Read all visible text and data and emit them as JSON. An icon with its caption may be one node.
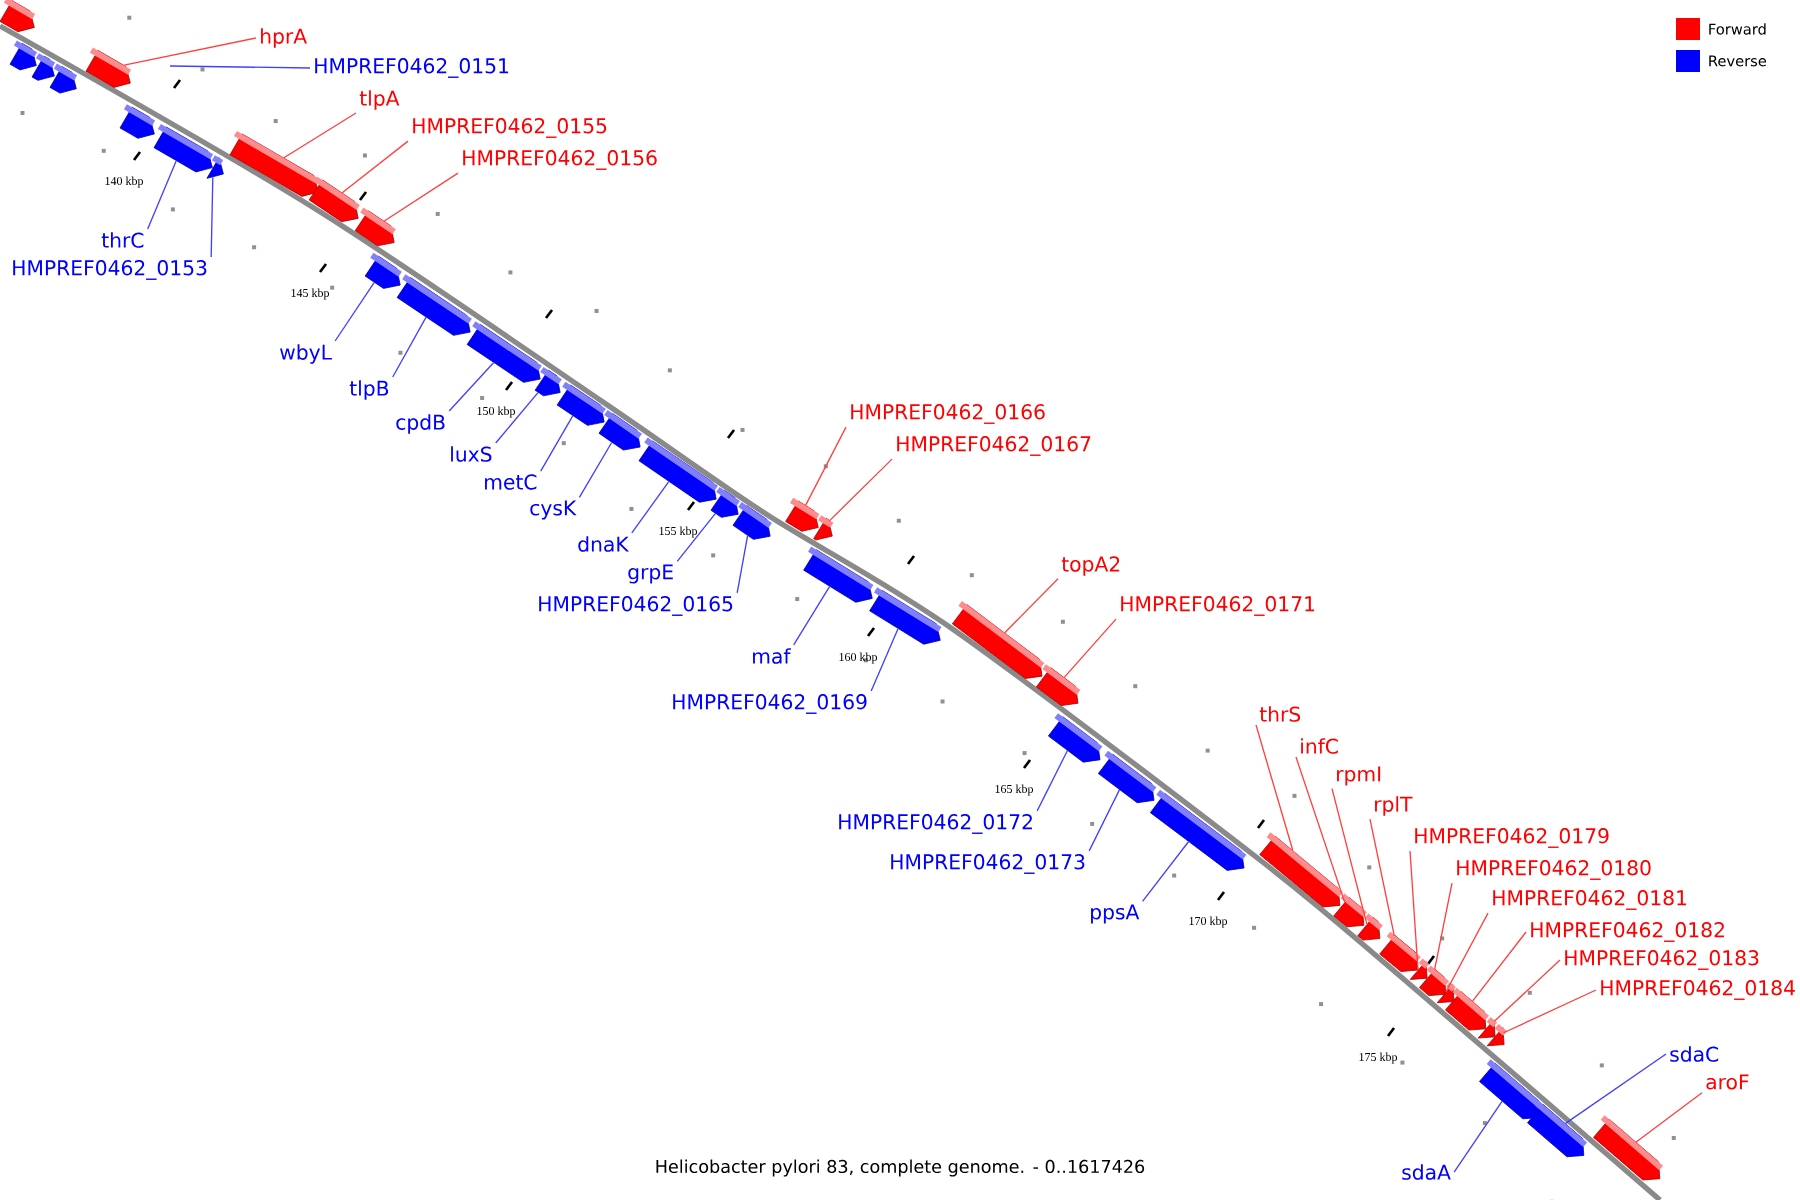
{
  "diagram": {
    "caption": "Helicobacter pylori 83, complete genome. - 0..1617426",
    "nodes": [
      {
        "text": [
          "hprA"
        ]
      },
      {
        "text": [],
        "shape": "arrow"
      },
      {
        "text": [
          "HMPREF0462_0151"
        ]
      },
      {
        "text": [
          "tlpA"
        ]
      },
      {
        "text": [],
        "shape": "arrow"
      },
      {
        "text": [
          "HMPREF0462_0155"
        ]
      },
      {
        "text": [],
        "shape": "arrow"
      },
      {
        "text": [
          "HMPREF0462_0156"
        ]
      },
      {
        "text": [],
        "shape": "arrow"
      },
      {
        "text": [
          "thrC"
        ]
      },
      {
        "text": [],
        "shape": "arrow"
      },
      {
        "text": [
          "HMPREF0462_0153"
        ]
      },
      {
        "text": [],
        "shape": "arrow"
      },
      {
        "text": [
          "wbyL"
        ]
      },
      {
        "text": [],
        "shape": "arrow"
      },
      {
        "text": [
          "tlpB"
        ]
      },
      {
        "text": [],
        "shape": "arrow"
      },
      {
        "text": [
          "cpdB"
        ]
      },
      {
        "text": [],
        "shape": "arrow"
      },
      {
        "text": [
          "luxS"
        ]
      },
      {
        "text": [],
        "shape": "arrow"
      },
      {
        "text": [
          "metC"
        ]
      },
      {
        "text": [],
        "shape": "arrow"
      },
      {
        "text": [
          "cysK"
        ]
      },
      {
        "text": [],
        "shape": "arrow"
      },
      {
        "text": [
          "dnaK"
        ]
      },
      {
        "text": [],
        "shape": "arrow"
      },
      {
        "text": [
          "grpE"
        ]
      },
      {
        "text": [],
        "shape": "arrow"
      },
      {
        "text": [
          "HMPREF0462_0165"
        ]
      },
      {
        "text": [],
        "shape": "arrow"
      },
      {
        "text": [
          "HMPREF0462_0166"
        ]
      },
      {
        "text": [],
        "shape": "arrow"
      },
      {
        "text": [
          "HMPREF0462_0167"
        ]
      },
      {
        "text": [],
        "shape": "arrow"
      },
      {
        "text": [
          "maf"
        ]
      },
      {
        "text": [],
        "shape": "arrow"
      },
      {
        "text": [
          "HMPREF0462_0169"
        ]
      },
      {
        "text": [],
        "shape": "arrow"
      },
      {
        "text": [
          "topA2"
        ]
      },
      {
        "text": [],
        "shape": "arrow"
      },
      {
        "text": [
          "HMPREF0462_0171"
        ]
      },
      {
        "text": [],
        "shape": "arrow"
      },
      {
        "text": [
          "HMPREF0462_0172"
        ]
      },
      {
        "text": [],
        "shape": "arrow"
      },
      {
        "text": [
          "HMPREF0462_0173"
        ]
      },
      {
        "text": [],
        "shape": "arrow"
      },
      {
        "text": [
          "ppsA"
        ]
      },
      {
        "text": [],
        "shape": "arrow"
      },
      {
        "text": [
          "thrS"
        ]
      },
      {
        "text": [],
        "shape": "arrow"
      },
      {
        "text": [
          "infC"
        ]
      },
      {
        "text": [],
        "shape": "arrow"
      },
      {
        "text": [
          "rpmI"
        ]
      },
      {
        "text": [],
        "shape": "arrow"
      },
      {
        "text": [
          "rplT"
        ]
      },
      {
        "text": [],
        "shape": "arrow"
      },
      {
        "text": [
          "HMPREF0462_0179"
        ]
      },
      {
        "text": [],
        "shape": "arrow"
      },
      {
        "text": [
          "HMPREF0462_0180"
        ]
      },
      {
        "text": [],
        "shape": "arrow"
      },
      {
        "text": [
          "HMPREF0462_0181"
        ]
      },
      {
        "text": [],
        "shape": "arrow"
      },
      {
        "text": [
          "HMPREF0462_0182"
        ]
      },
      {
        "text": [],
        "shape": "arrow"
      },
      {
        "text": [
          "HMPREF0462_0183"
        ]
      },
      {
        "text": [],
        "shape": "arrow"
      },
      {
        "text": [
          "HMPREF0462_0184"
        ]
      },
      {
        "text": [],
        "shape": "arrow"
      },
      {
        "text": [
          "sdaC"
        ]
      },
      {
        "text": [
          "aroF"
        ]
      },
      {
        "text": [],
        "shape": "arrow"
      },
      {
        "text": [
          "sdaA"
        ]
      },
      {
        "text": [],
        "shape": "arrow"
      },
      {
        "text": [],
        "shape": "arrow"
      },
      {
        "text": [],
        "shape": "arrow"
      },
      {
        "text": [],
        "shape": "arrow"
      },
      {
        "text": [],
        "shape": "arrow"
      },
      {
        "text": [],
        "shape": "arrow"
      },
      {
        "text": [],
        "shape": "arrow"
      }
    ],
    "edges": [
      {
        "from": 0,
        "to": 1,
        "arrow": "none",
        "color": "#ff4040"
      },
      {
        "from": 2,
        "to": null,
        "arrow": "none",
        "color": "#4040ff"
      },
      {
        "from": 3,
        "to": 4,
        "arrow": "none",
        "color": "#ff4040"
      },
      {
        "from": 5,
        "to": 6,
        "arrow": "none",
        "color": "#ff4040"
      },
      {
        "from": 7,
        "to": 8,
        "arrow": "none",
        "color": "#ff4040"
      },
      {
        "from": 9,
        "to": 10,
        "arrow": "none",
        "color": "#4040ff"
      },
      {
        "from": 11,
        "to": 12,
        "arrow": "none",
        "color": "#4040ff"
      },
      {
        "from": 13,
        "to": 14,
        "arrow": "none",
        "color": "#4040ff"
      },
      {
        "from": 15,
        "to": 16,
        "arrow": "none",
        "color": "#4040ff"
      },
      {
        "from": 17,
        "to": 18,
        "arrow": "none",
        "color": "#4040ff"
      },
      {
        "from": 19,
        "to": 20,
        "arrow": "none",
        "color": "#4040ff"
      },
      {
        "from": 21,
        "to": 22,
        "arrow": "none",
        "color": "#4040ff"
      },
      {
        "from": 23,
        "to": 24,
        "arrow": "none",
        "color": "#4040ff"
      },
      {
        "from": 25,
        "to": 26,
        "arrow": "none",
        "color": "#4040ff"
      },
      {
        "from": 27,
        "to": 28,
        "arrow": "none",
        "color": "#4040ff"
      },
      {
        "from": 29,
        "to": 30,
        "arrow": "none",
        "color": "#4040ff"
      },
      {
        "from": 31,
        "to": 32,
        "arrow": "none",
        "color": "#ff4040"
      },
      {
        "from": 33,
        "to": 34,
        "arrow": "none",
        "color": "#ff4040"
      },
      {
        "from": 35,
        "to": 36,
        "arrow": "none",
        "color": "#4040ff"
      },
      {
        "from": 37,
        "to": 38,
        "arrow": "none",
        "color": "#4040ff"
      },
      {
        "from": 39,
        "to": 40,
        "arrow": "none",
        "color": "#ff4040"
      },
      {
        "from": 41,
        "to": 42,
        "arrow": "none",
        "color": "#ff4040"
      },
      {
        "from": 43,
        "to": 44,
        "arrow": "none",
        "color": "#4040ff"
      },
      {
        "from": 45,
        "to": 46,
        "arrow": "none",
        "color": "#4040ff"
      },
      {
        "from": 47,
        "to": 48,
        "arrow": "none",
        "color": "#4040ff"
      },
      {
        "from": 49,
        "to": 50,
        "arrow": "none",
        "color": "#ff4040"
      },
      {
        "from": 51,
        "to": 52,
        "arrow": "none",
        "color": "#ff4040"
      },
      {
        "from": 53,
        "to": 54,
        "arrow": "none",
        "color": "#ff4040"
      },
      {
        "from": 55,
        "to": 56,
        "arrow": "none",
        "color": "#ff4040"
      },
      {
        "from": 57,
        "to": 58,
        "arrow": "none",
        "color": "#ff4040"
      },
      {
        "from": 59,
        "to": 60,
        "arrow": "none",
        "color": "#ff4040"
      },
      {
        "from": 61,
        "to": 62,
        "arrow": "none",
        "color": "#ff4040"
      },
      {
        "from": 63,
        "to": 64,
        "arrow": "none",
        "color": "#ff4040"
      },
      {
        "from": 65,
        "to": 66,
        "arrow": "none",
        "color": "#ff4040"
      },
      {
        "from": 67,
        "to": 68,
        "arrow": "none",
        "color": "#ff4040"
      },
      {
        "from": 69,
        "to": 79,
        "arrow": "none",
        "color": "#4040ff"
      },
      {
        "from": 70,
        "to": 71,
        "arrow": "none",
        "color": "#ff4040"
      },
      {
        "from": 72,
        "to": 73,
        "arrow": "none",
        "color": "#4040ff"
      }
    ],
    "labels": [
      "140 kbp",
      "145 kbp",
      "150 kbp",
      "155 kbp",
      "160 kbp",
      "165 kbp",
      "170 kbp",
      "175 kbp"
    ],
    "legend": [
      {
        "text": "Forward",
        "color": "#ff0000"
      },
      {
        "text": "Reverse",
        "color": "#0000ff"
      }
    ]
  }
}
